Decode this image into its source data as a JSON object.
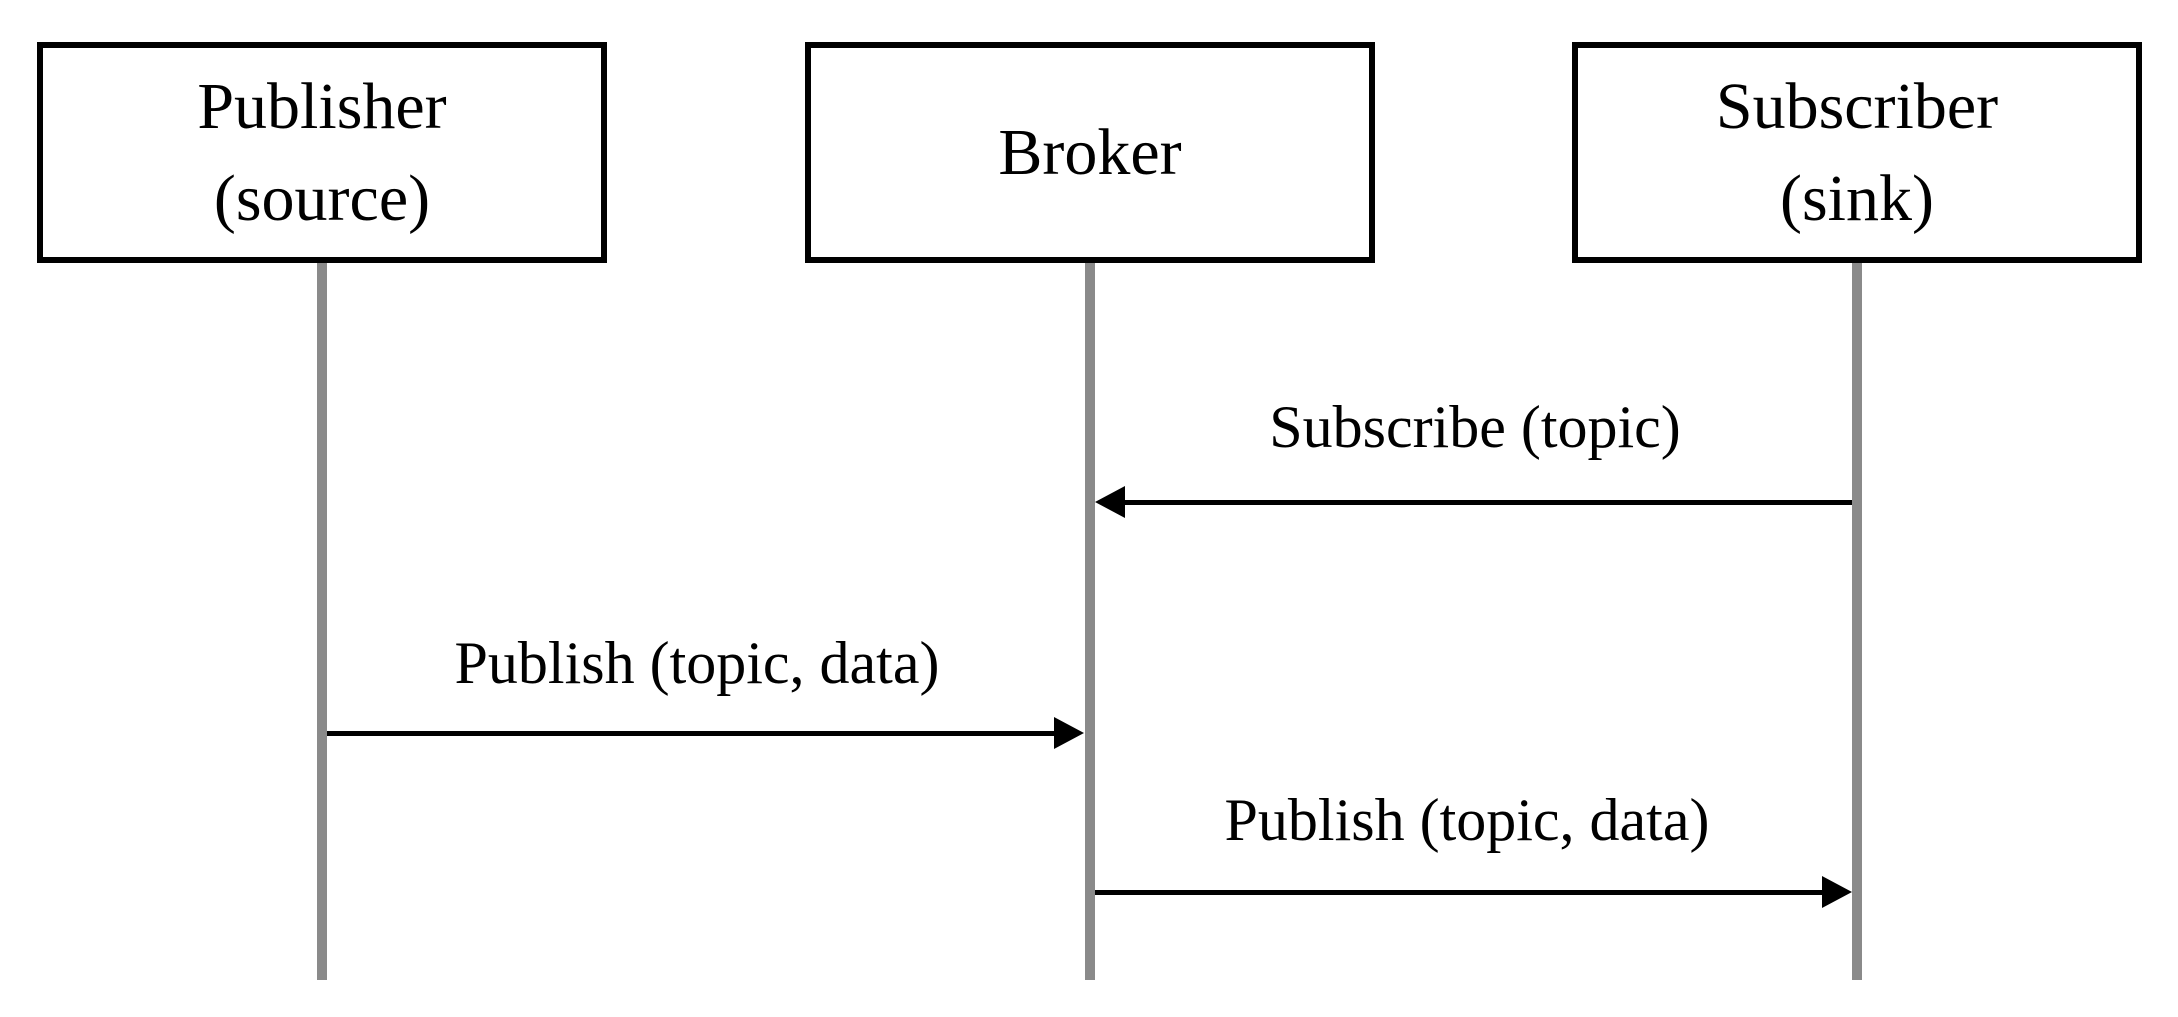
{
  "diagram": {
    "type": "sequence-diagram",
    "topic_model": "publish-subscribe",
    "actors": [
      {
        "name": "Publisher",
        "subtitle": "(source)"
      },
      {
        "name": "Broker",
        "subtitle": ""
      },
      {
        "name": "Subscriber",
        "subtitle": "(sink)"
      }
    ],
    "messages": [
      {
        "label": "Subscribe (topic)",
        "from": "Subscriber",
        "to": "Broker",
        "direction": "left"
      },
      {
        "label": "Publish (topic, data)",
        "from": "Publisher",
        "to": "Broker",
        "direction": "right"
      },
      {
        "label": "Publish (topic, data)",
        "from": "Broker",
        "to": "Subscriber",
        "direction": "right"
      }
    ],
    "colors": {
      "background": "#ffffff",
      "box_fill": "#ffffff",
      "box_border": "#000000",
      "lifeline": "#8a8a8a",
      "arrow": "#000000",
      "text": "#000000"
    }
  }
}
